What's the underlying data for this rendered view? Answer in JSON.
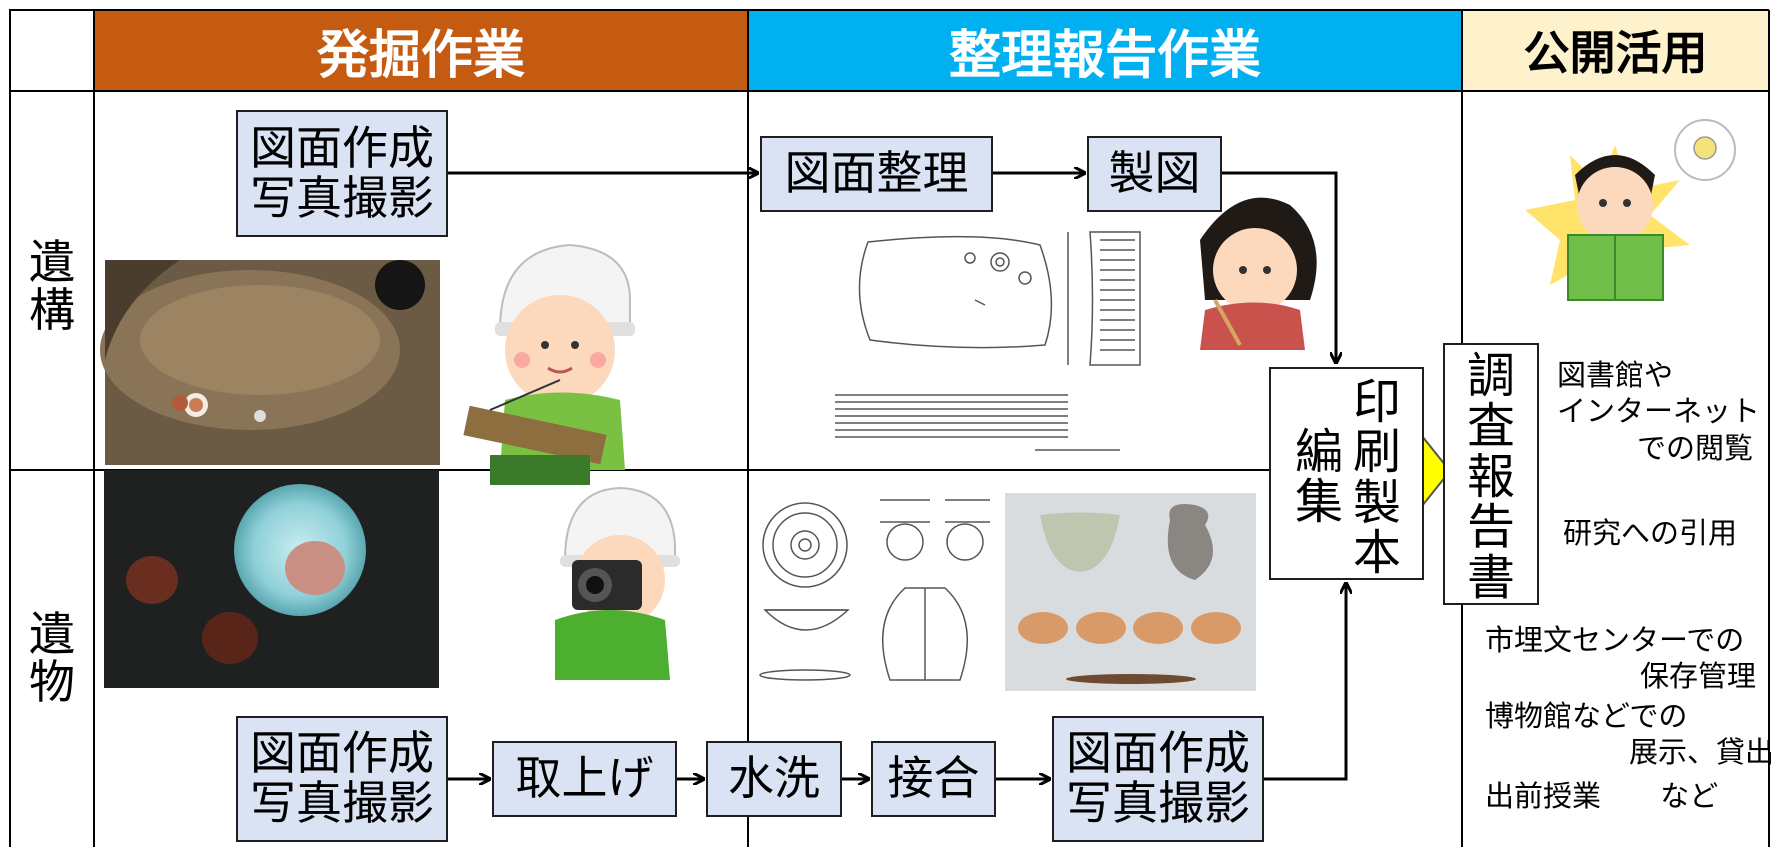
{
  "headers": {
    "excavation": "発掘作業",
    "report": "整理報告作業",
    "public": "公開活用"
  },
  "rows": {
    "features": [
      "遺",
      "構"
    ],
    "artifacts": [
      "遺",
      "物"
    ]
  },
  "boxes": {
    "features_record": [
      "図面作成",
      "写真撮影"
    ],
    "drawing_org": "図面整理",
    "drafting": "製図",
    "artifacts_record": [
      "図面作成",
      "写真撮影"
    ],
    "lift": "取上げ",
    "wash": "水洗",
    "join": "接合",
    "artifacts_record2": [
      "図面作成",
      "写真撮影"
    ],
    "edit_col1": [
      "編",
      "集"
    ],
    "edit_col2": [
      "印",
      "刷",
      "製",
      "本"
    ],
    "report_doc": [
      "調",
      "査",
      "報",
      "告",
      "書"
    ]
  },
  "notes": {
    "browse": [
      "図書館や",
      "インターネット",
      "での閲覧"
    ],
    "cite": "研究への引用",
    "storage": [
      "市埋文センターでの",
      "保存管理"
    ],
    "museum": [
      "博物館などでの",
      "展示、貸出"
    ],
    "lecture": "出前授業",
    "etc": "など"
  },
  "colors": {
    "excavation": "#c55a11",
    "report": "#00b0f0",
    "public": "#fdf2cc",
    "box_fill": "#dae3f3",
    "arrow_fill": "#ffff00"
  }
}
